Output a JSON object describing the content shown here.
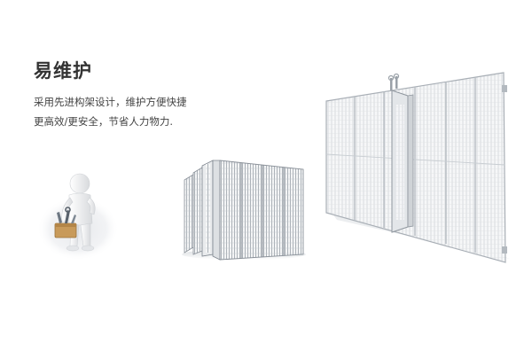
{
  "section": {
    "title": "易维护",
    "description_lines": [
      "采用先进构架设计，维护方便快捷",
      "更高效/更安全，节省人力物力."
    ]
  },
  "colors": {
    "title": "#333333",
    "body_text": "#444444",
    "panel_frame": "#c8cdd3",
    "panel_grid": "#b8bec6"
  },
  "illustrations": {
    "worker": "worker-with-toolbox",
    "panel_stack": "led-panel-stack",
    "large_panel": "transparent-led-panel"
  }
}
